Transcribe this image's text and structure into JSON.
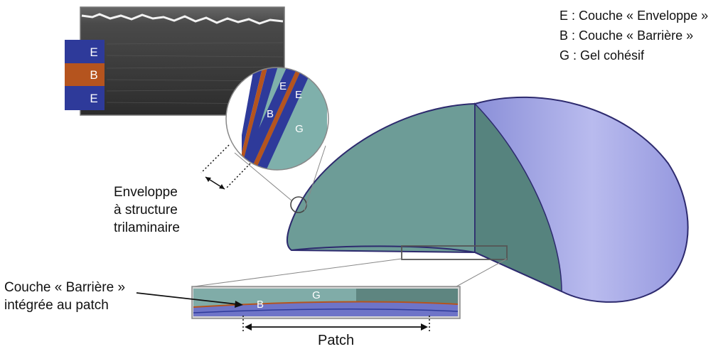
{
  "legend": {
    "e": "E : Couche « Enveloppe »",
    "b": "B : Couche « Barrière »",
    "g": "G : Gel cohésif"
  },
  "micro_labels": [
    "E",
    "B",
    "E"
  ],
  "zoom_labels": {
    "e1": "E",
    "e2": "E",
    "b": "B",
    "g": "G"
  },
  "envelope_label": [
    "Enveloppe",
    "à structure",
    "trilaminaire"
  ],
  "barrier_label": [
    "Couche « Barrière »",
    "intégrée au patch"
  ],
  "patch_detail": {
    "g": "G",
    "b": "B"
  },
  "patch_label": "Patch",
  "colors": {
    "envelope_blue": "#2e3a9a",
    "barrier_orange": "#b5541e",
    "gel_teal": "#7fb0ab",
    "dome_lilac": "#b3b4e6",
    "cut_face": "#5e8f8a"
  }
}
